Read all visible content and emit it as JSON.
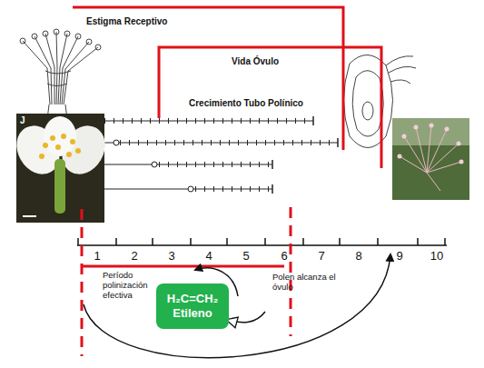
{
  "diagram": {
    "nodes": [
      {
        "text": [
          "H₂C=CH₂",
          "Etileno"
        ]
      }
    ],
    "labels": [
      "Estigma Receptivo",
      "Vida Óvulo",
      "Crecimiento Tubo Polínico",
      "J",
      "1",
      "2",
      "3",
      "4",
      "5",
      "6",
      "7",
      "8",
      "9",
      "10",
      "Período polinización efectiva",
      "Polen alcanza el óvulo"
    ]
  }
}
